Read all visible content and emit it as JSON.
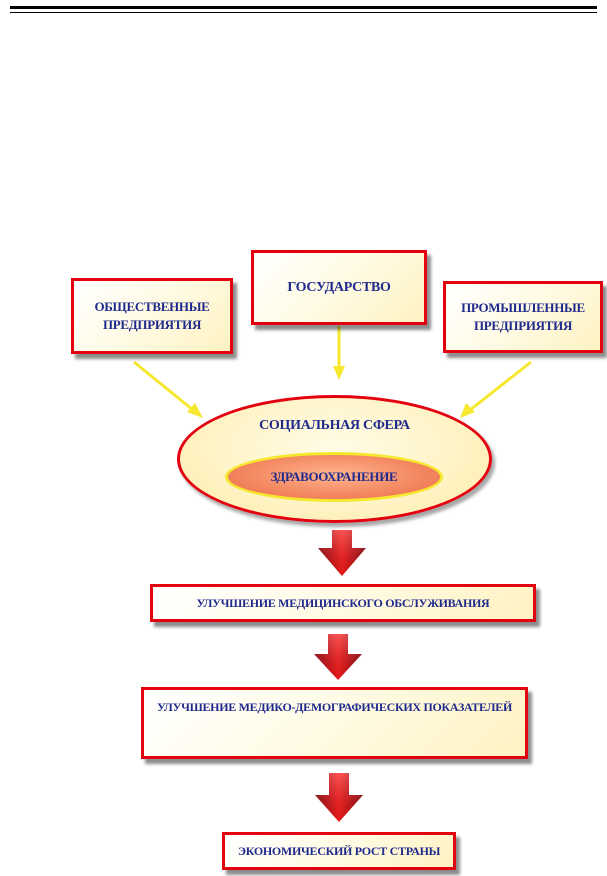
{
  "diagram": {
    "top_boxes": {
      "public": [
        "ОБЩЕСТВЕННЫЕ",
        "ПРЕДПРИЯТИЯ"
      ],
      "state": [
        "ГОСУДАРСТВО"
      ],
      "industrial": [
        "ПРОМЫШЛЕННЫЕ",
        "ПРЕДПРИЯТИЯ"
      ]
    },
    "center": {
      "outer_label": "СОЦИАЛЬНАЯ СФЕРА",
      "inner_label": "ЗДРАВООХРАНЕНИЕ"
    },
    "chain": {
      "step1": "УЛУЧШЕНИЕ МЕДИЦИНСКОГО ОБСЛУЖИВАНИЯ",
      "step2": "УЛУЧШЕНИЕ МЕДИКО-ДЕМОГРАФИЧЕСКИХ ПОКАЗАТЕЛЕЙ",
      "step3": "ЭКОНОМИЧЕСКИЙ РОСТ СТРАНЫ"
    },
    "colors": {
      "border": "#e3000f",
      "text": "#1f2a8c",
      "yellow_arrow": "#f6e82e",
      "red_arrow": "#d0000c",
      "inner_fill": "#f48a63"
    }
  }
}
